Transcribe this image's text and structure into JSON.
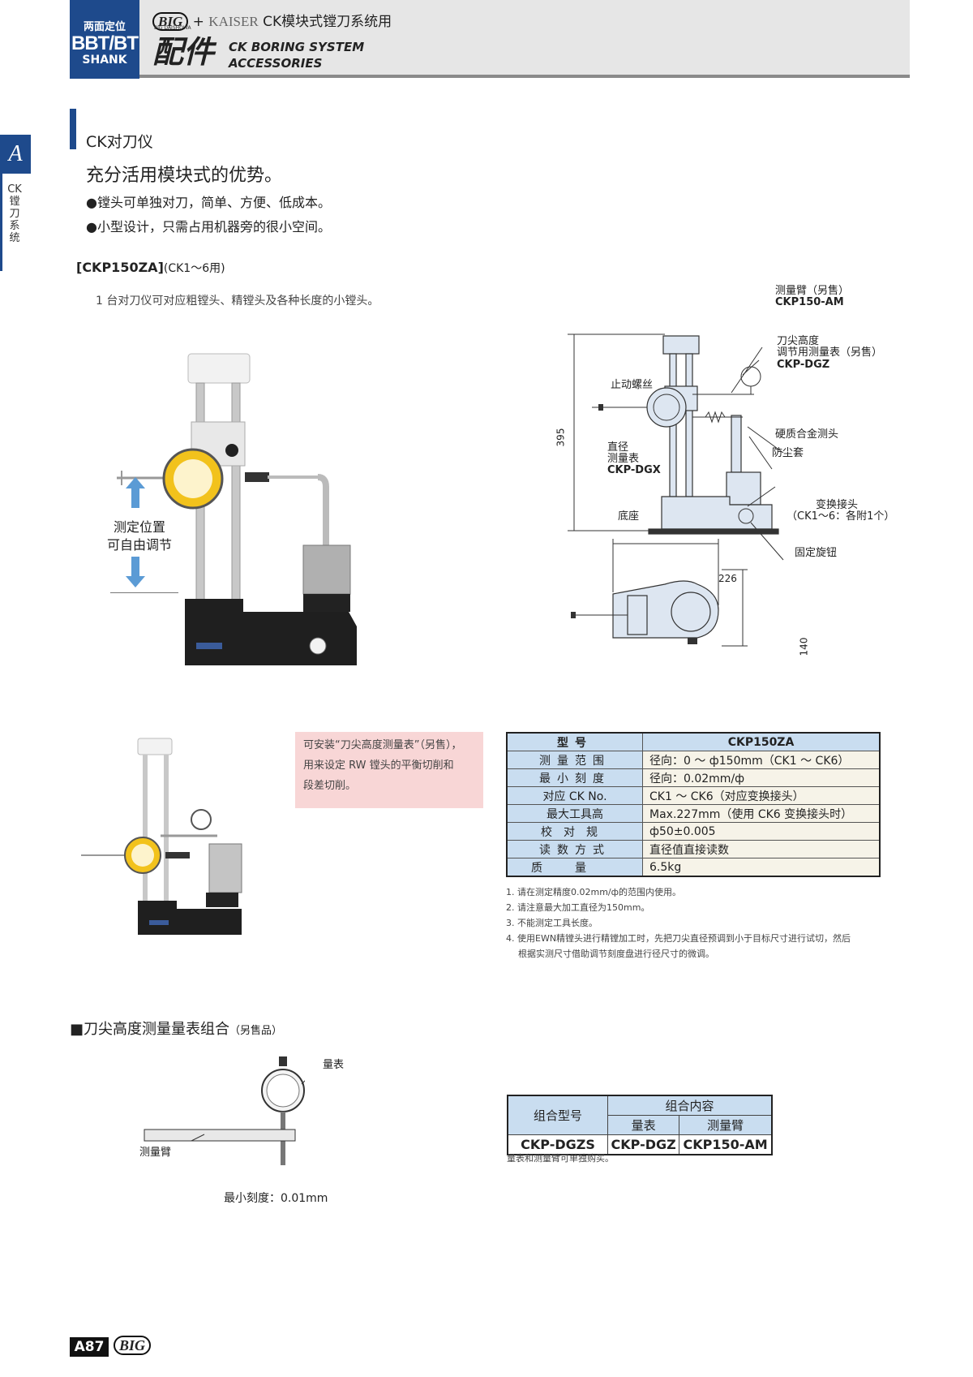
{
  "header": {
    "shank_line1": "两面定位",
    "shank_line2": "BBT/BT",
    "shank_line3": "SHANK",
    "brand1": "BIG",
    "brand1_sub": "BIG DAISHOWA",
    "brand_plus": "+",
    "brand2": "KAISER",
    "system_cn": "CK模块式镗刀系统用",
    "section_cn": "配件",
    "section_en1": "CK BORING SYSTEM",
    "section_en2": "ACCESSORIES"
  },
  "side_tab": {
    "letter": "A",
    "text": "CK镗刀系统"
  },
  "intro": {
    "title": "CK对刀仪",
    "headline": "充分活用模块式的优势。",
    "bullets": [
      "●镗头可单独对刀，简单、方便、低成本。",
      "●小型设计，只需占用机器旁的很小空间。"
    ],
    "model": "[CKP150ZA]",
    "model_note": "(CK1～6用)",
    "desc": "1 台对刀仪可对应粗镗头、精镗头及各种长度的小镗头。"
  },
  "photo1": {
    "caption_line1": "测定位置",
    "caption_line2": "可自由调节"
  },
  "diagram": {
    "arm_label": "测量臂（另售）",
    "arm_code": "CKP150-AM",
    "tip_label1": "刀尖高度",
    "tip_label2": "调节用测量表（另售）",
    "tip_code": "CKP-DGZ",
    "stop_screw": "止动螺丝",
    "carbide": "硬质合金测头",
    "dust": "防尘套",
    "dia_label1": "直径",
    "dia_label2": "测量表",
    "dia_code": "CKP-DGX",
    "adapter1": "变换接头",
    "adapter2": "（CK1～6：各附1个）",
    "base": "底座",
    "knob": "固定旋钮",
    "height": "395",
    "width": "226",
    "depth": "140"
  },
  "pink_note": [
    "可安装“刀尖高度测量表”（另售），",
    "用来设定 RW 镗头的平衡切削和",
    "段差切削。"
  ],
  "spec_table": {
    "header": [
      "型号",
      "CKP150ZA"
    ],
    "rows": [
      [
        "测量范围",
        "径向：0 ～ ф150mm（CK1 ～ CK6）"
      ],
      [
        "最小刻度",
        "径向：0.02mm/ф"
      ],
      [
        "对应 CK No.",
        "CK1 ～ CK6（对应变换接头）"
      ],
      [
        "最大工具高",
        "Max.227mm（使用 CK6 变换接头时）"
      ],
      [
        "校对规",
        "ф50±0.005"
      ],
      [
        "读数方式",
        "直径值直接读数"
      ],
      [
        "质量",
        "6.5kg"
      ]
    ]
  },
  "spec_notes": [
    "1. 请在测定精度0.02mm/ф的范围内使用。",
    "2. 请注意最大加工直径为150mm。",
    "3. 不能测定工具长度。",
    "4. 使用EWN精镗头进行精镗加工时，先把刀尖直径预调到小于目标尺寸进行试切，然后",
    "根据实测尺寸借助调节刻度盘进行径尺寸的微调。"
  ],
  "combo_section": {
    "title": "■刀尖高度测量量表组合",
    "title_note": "（另售品）",
    "gauge_label": "量表",
    "arm_label": "测量臂",
    "min_scale": "最小刻度：0.01mm"
  },
  "combo_table": {
    "col1": "组合型号",
    "group": "组合内容",
    "sub1": "量表",
    "sub2": "测量臂",
    "row": [
      "CKP-DGZS",
      "CKP-DGZ",
      "CKP150-AM"
    ]
  },
  "combo_note": "量表和测量臂可单独购买。",
  "footer": {
    "page": "A87",
    "brand": "BIG"
  }
}
